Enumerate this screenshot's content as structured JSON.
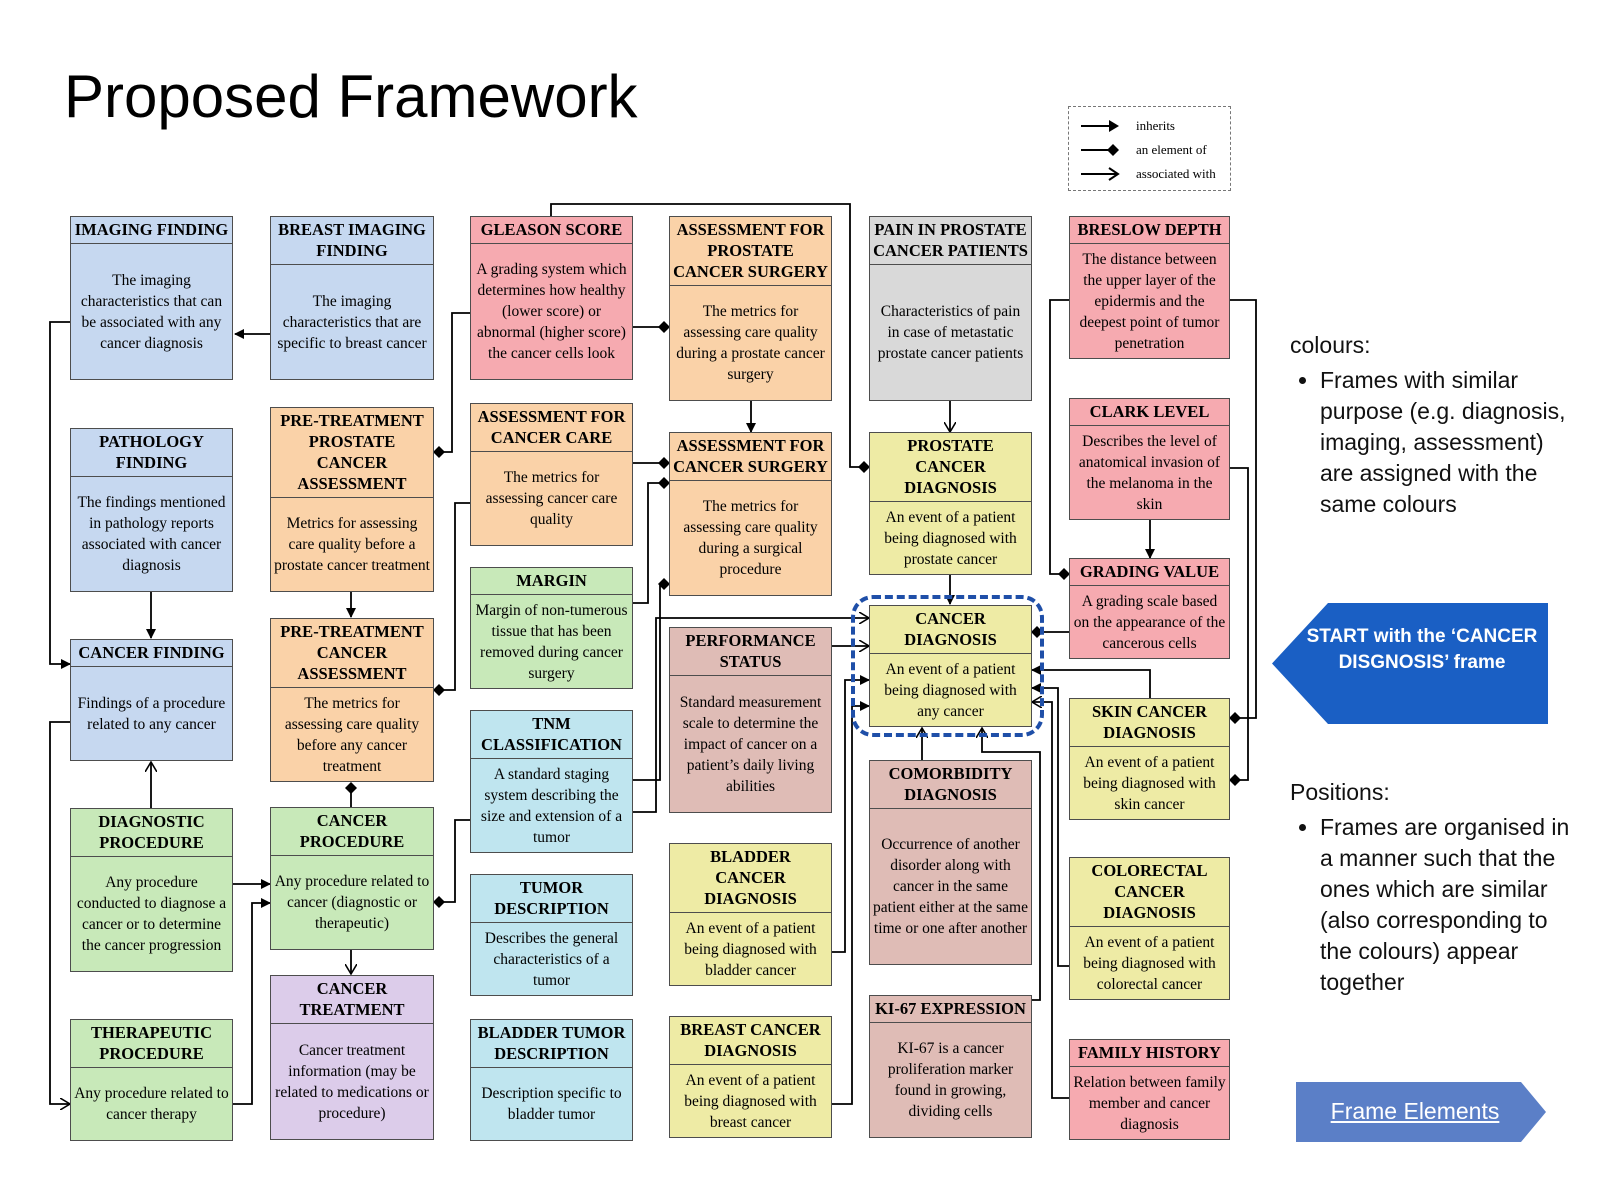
{
  "title": "Proposed Framework",
  "colors": {
    "blue": "#c6d8f0",
    "peach": "#fad2a8",
    "pink": "#f6aab0",
    "green": "#c8e9b9",
    "yellow": "#eeeba5",
    "gray": "#d9d9d9",
    "cyan": "#bfe5ef",
    "mauve": "#dfbcb6",
    "purple": "#dcccea",
    "accent_blue": "#1a5fc4",
    "frame_elements_blue": "#5b7fc7"
  },
  "legend": {
    "inherits": "inherits",
    "element_of": "an element of",
    "associated_with": "associated with"
  },
  "notes": {
    "colours_heading": "colours:",
    "colours_bullet": "Frames with similar purpose (e.g. diagnosis, imaging, assessment) are assigned with the same colours",
    "positions_heading": "Positions:",
    "positions_bullet": "Frames are organised in a manner such that the ones which are similar (also corresponding to the colours) appear together"
  },
  "start_label": "START with the ‘CANCER DISGNOSIS’ frame",
  "frame_elements_label": "Frame Elements",
  "frames": {
    "imaging_finding": {
      "title": "IMAGING FINDING",
      "desc": "The imaging characteristics that can be associated with any cancer diagnosis"
    },
    "breast_imaging_finding": {
      "title": "BREAST IMAGING FINDING",
      "desc": "The imaging characteristics that are specific to breast cancer"
    },
    "gleason_score": {
      "title": "GLEASON SCORE",
      "desc": "A grading system which determines how healthy (lower score) or abnormal (higher score) the cancer cells look"
    },
    "assessment_prostate_surgery": {
      "title": "ASSESSMENT FOR PROSTATE CANCER SURGERY",
      "desc": "The metrics for assessing care quality during a prostate cancer surgery"
    },
    "pain_prostate": {
      "title": "PAIN IN PROSTATE CANCER PATIENTS",
      "desc": "Characteristics of pain in case of metastatic prostate cancer patients"
    },
    "breslow_depth": {
      "title": "BRESLOW DEPTH",
      "desc": "The distance between the upper layer of the epidermis and the deepest point of tumor penetration"
    },
    "pathology_finding": {
      "title": "PATHOLOGY FINDING",
      "desc": "The findings mentioned in pathology reports associated with cancer diagnosis"
    },
    "pretreatment_prostate": {
      "title": "PRE-TREATMENT PROSTATE CANCER ASSESSMENT",
      "desc": "Metrics for assessing care quality before a prostate cancer treatment"
    },
    "assessment_cancer_care": {
      "title": "ASSESSMENT FOR CANCER CARE",
      "desc": "The metrics for assessing cancer care quality"
    },
    "assessment_cancer_surgery": {
      "title": "ASSESSMENT FOR CANCER SURGERY",
      "desc": "The metrics for assessing care quality during a surgical procedure"
    },
    "prostate_diagnosis": {
      "title": "PROSTATE CANCER DIAGNOSIS",
      "desc": "An event of a patient being diagnosed with prostate cancer"
    },
    "clark_level": {
      "title": "CLARK LEVEL",
      "desc": "Describes the level of anatomical invasion of the melanoma in the skin"
    },
    "margin": {
      "title": "MARGIN",
      "desc": "Margin of non-tumerous tissue that has been removed during cancer surgery"
    },
    "grading_value": {
      "title": "GRADING VALUE",
      "desc": "A grading scale based on the appearance of the cancerous cells"
    },
    "cancer_finding": {
      "title": "CANCER FINDING",
      "desc": "Findings of a procedure related to any cancer"
    },
    "pretreatment_cancer": {
      "title": "PRE-TREATMENT CANCER ASSESSMENT",
      "desc": "The metrics for assessing care quality before any cancer treatment"
    },
    "performance_status": {
      "title": "PERFORMANCE STATUS",
      "desc": "Standard measurement scale to determine the impact of cancer on a patient’s daily living abilities"
    },
    "cancer_diagnosis": {
      "title": "CANCER DIAGNOSIS",
      "desc": "An event of a patient being diagnosed with any cancer"
    },
    "tnm": {
      "title": "TNM CLASSIFICATION",
      "desc": "A standard staging system describing the size and extension of a tumor"
    },
    "skin_diagnosis": {
      "title": "SKIN CANCER DIAGNOSIS",
      "desc": "An event of a patient being diagnosed with skin cancer"
    },
    "comorbidity": {
      "title": "COMORBIDITY DIAGNOSIS",
      "desc": "Occurrence of another disorder along with cancer in the same patient either at the same time or one after another"
    },
    "diagnostic_procedure": {
      "title": "DIAGNOSTIC PROCEDURE",
      "desc": "Any procedure conducted to diagnose a cancer or to determine the cancer progression"
    },
    "cancer_procedure": {
      "title": "CANCER PROCEDURE",
      "desc": "Any procedure related to cancer (diagnostic or therapeutic)"
    },
    "bladder_diagnosis": {
      "title": "BLADDER CANCER DIAGNOSIS",
      "desc": "An event of a patient being diagnosed with bladder cancer"
    },
    "colorectal_diagnosis": {
      "title": "COLORECTAL CANCER DIAGNOSIS",
      "desc": "An event of a patient being diagnosed with colorectal cancer"
    },
    "tumor_description": {
      "title": "TUMOR DESCRIPTION",
      "desc": "Describes the general characteristics of a tumor"
    },
    "cancer_treatment": {
      "title": "CANCER TREATMENT",
      "desc": "Cancer treatment information (may be related to medications or procedure)"
    },
    "ki67": {
      "title": "KI-67 EXPRESSION",
      "desc": "KI-67 is a cancer proliferation marker found in growing, dividing cells"
    },
    "therapeutic_procedure": {
      "title": "THERAPEUTIC PROCEDURE",
      "desc": "Any procedure related to cancer therapy"
    },
    "bladder_tumor_description": {
      "title": "BLADDER TUMOR DESCRIPTION",
      "desc": "Description specific to bladder tumor"
    },
    "breast_diagnosis": {
      "title": "BREAST CANCER DIAGNOSIS",
      "desc": "An event of a patient being diagnosed with breast cancer"
    },
    "family_history": {
      "title": "FAMILY HISTORY",
      "desc": "Relation between family member and cancer diagnosis"
    }
  }
}
